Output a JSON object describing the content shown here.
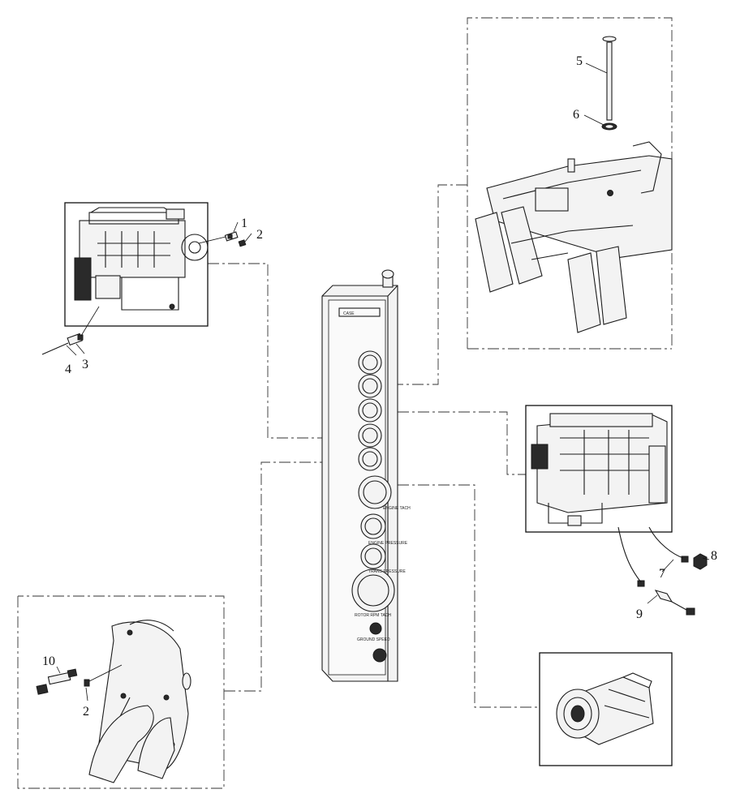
{
  "callouts": [
    {
      "id": "c1",
      "text": "1"
    },
    {
      "id": "c2a",
      "text": "2"
    },
    {
      "id": "c3",
      "text": "3"
    },
    {
      "id": "c4",
      "text": "4"
    },
    {
      "id": "c5",
      "text": "5"
    },
    {
      "id": "c6",
      "text": "6"
    },
    {
      "id": "c7",
      "text": "7"
    },
    {
      "id": "c8",
      "text": "8"
    },
    {
      "id": "c9",
      "text": "9"
    },
    {
      "id": "c10",
      "text": "10"
    },
    {
      "id": "c2b",
      "text": "2"
    }
  ],
  "panel": {
    "brand": "CASE",
    "tach_label": "ENGINE TACH",
    "oil_label": "ENGINE PRESSURE",
    "trans_label": "TRANS PRESSURE",
    "rotor_label": "ROTOR RPM TACH",
    "speed_label": "GROUND SPEED"
  },
  "icons": [
    "gauge-icon",
    "engine-icon",
    "frame-icon",
    "alternator-icon",
    "gearbox-icon"
  ]
}
